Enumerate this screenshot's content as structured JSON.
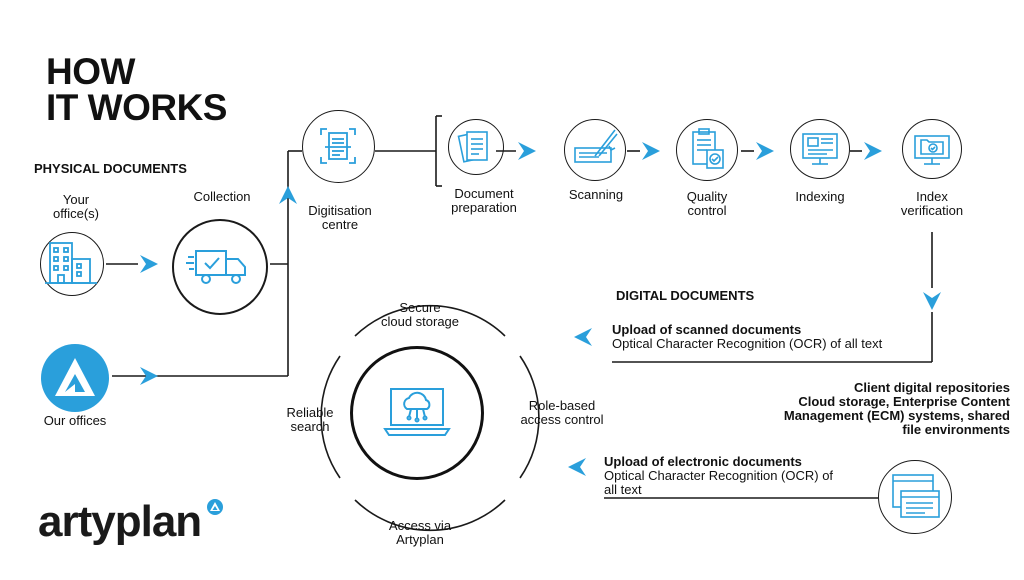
{
  "title": {
    "line1": "HOW",
    "line2": "IT WORKS"
  },
  "sections": {
    "physical": "PHYSICAL DOCUMENTS",
    "digital": "DIGITAL DOCUMENTS"
  },
  "sources": {
    "your_offices": {
      "line1": "Your",
      "line2": "office(s)"
    },
    "our_offices": "Our offices",
    "collection": "Collection"
  },
  "centre": {
    "line1": "Digitisation",
    "line2": "centre"
  },
  "steps": [
    {
      "line1": "Document",
      "line2": "preparation",
      "icon": "documents-icon"
    },
    {
      "line1": "Scanning",
      "line2": "",
      "icon": "scanning-icon"
    },
    {
      "line1": "Quality",
      "line2": "control",
      "icon": "clipboard-icon"
    },
    {
      "line1": "Indexing",
      "line2": "",
      "icon": "monitor-icon"
    },
    {
      "line1": "Index",
      "line2": "verification",
      "icon": "folder-check-icon"
    }
  ],
  "upload_scanned": {
    "title": "Upload of scanned documents",
    "desc": "Optical Character Recognition (OCR) of all text"
  },
  "repositories": {
    "line1": "Client digital repositories",
    "line2": "Cloud storage, Enterprise Content",
    "line3": "Management (ECM) systems, shared",
    "line4": "file environments"
  },
  "upload_electronic": {
    "title": "Upload of electronic documents",
    "desc1": "Optical Character Recognition (OCR) of",
    "desc2": "all text"
  },
  "cloud": {
    "secure": {
      "line1": "Secure",
      "line2": "cloud storage"
    },
    "role": {
      "line1": "Role-based",
      "line2": "access control"
    },
    "access": {
      "line1": "Access via",
      "line2": "Artyplan"
    },
    "search": {
      "line1": "Reliable",
      "line2": "search"
    }
  },
  "logo": "artyplan",
  "colors": {
    "accent": "#2a9fdb",
    "text": "#111111",
    "line": "#1a1a1a"
  }
}
